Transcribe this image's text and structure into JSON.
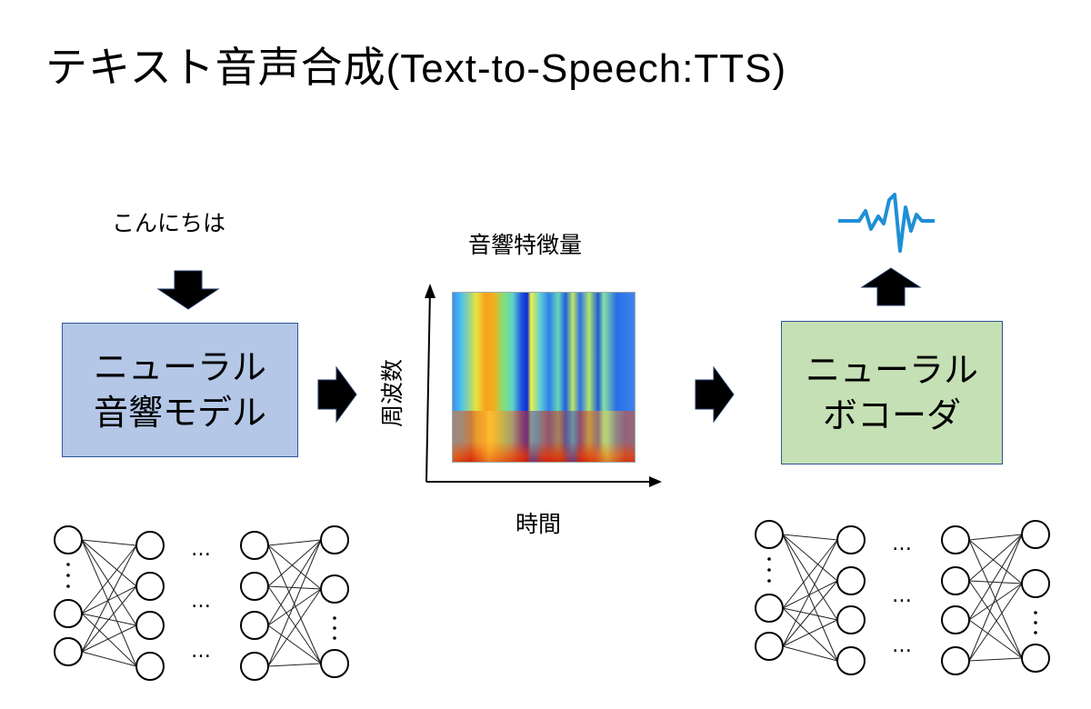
{
  "title": {
    "jp": "テキスト音声合成",
    "en": "(Text-to-Speech:TTS)"
  },
  "input_text": "こんにちは",
  "acoustic_model": {
    "line1": "ニューラル",
    "line2": "音響モデル"
  },
  "features": {
    "title": "音響特徴量",
    "y_axis": "周波数",
    "x_axis": "時間"
  },
  "vocoder": {
    "line1": "ニューラル",
    "line2": "ボコーダ"
  },
  "ellipsis": "…",
  "colors": {
    "model_fill": "#b4c7e7",
    "vocoder_fill": "#c5e0b4",
    "border": "#2f5597",
    "waveform": "#1f8fd6"
  }
}
